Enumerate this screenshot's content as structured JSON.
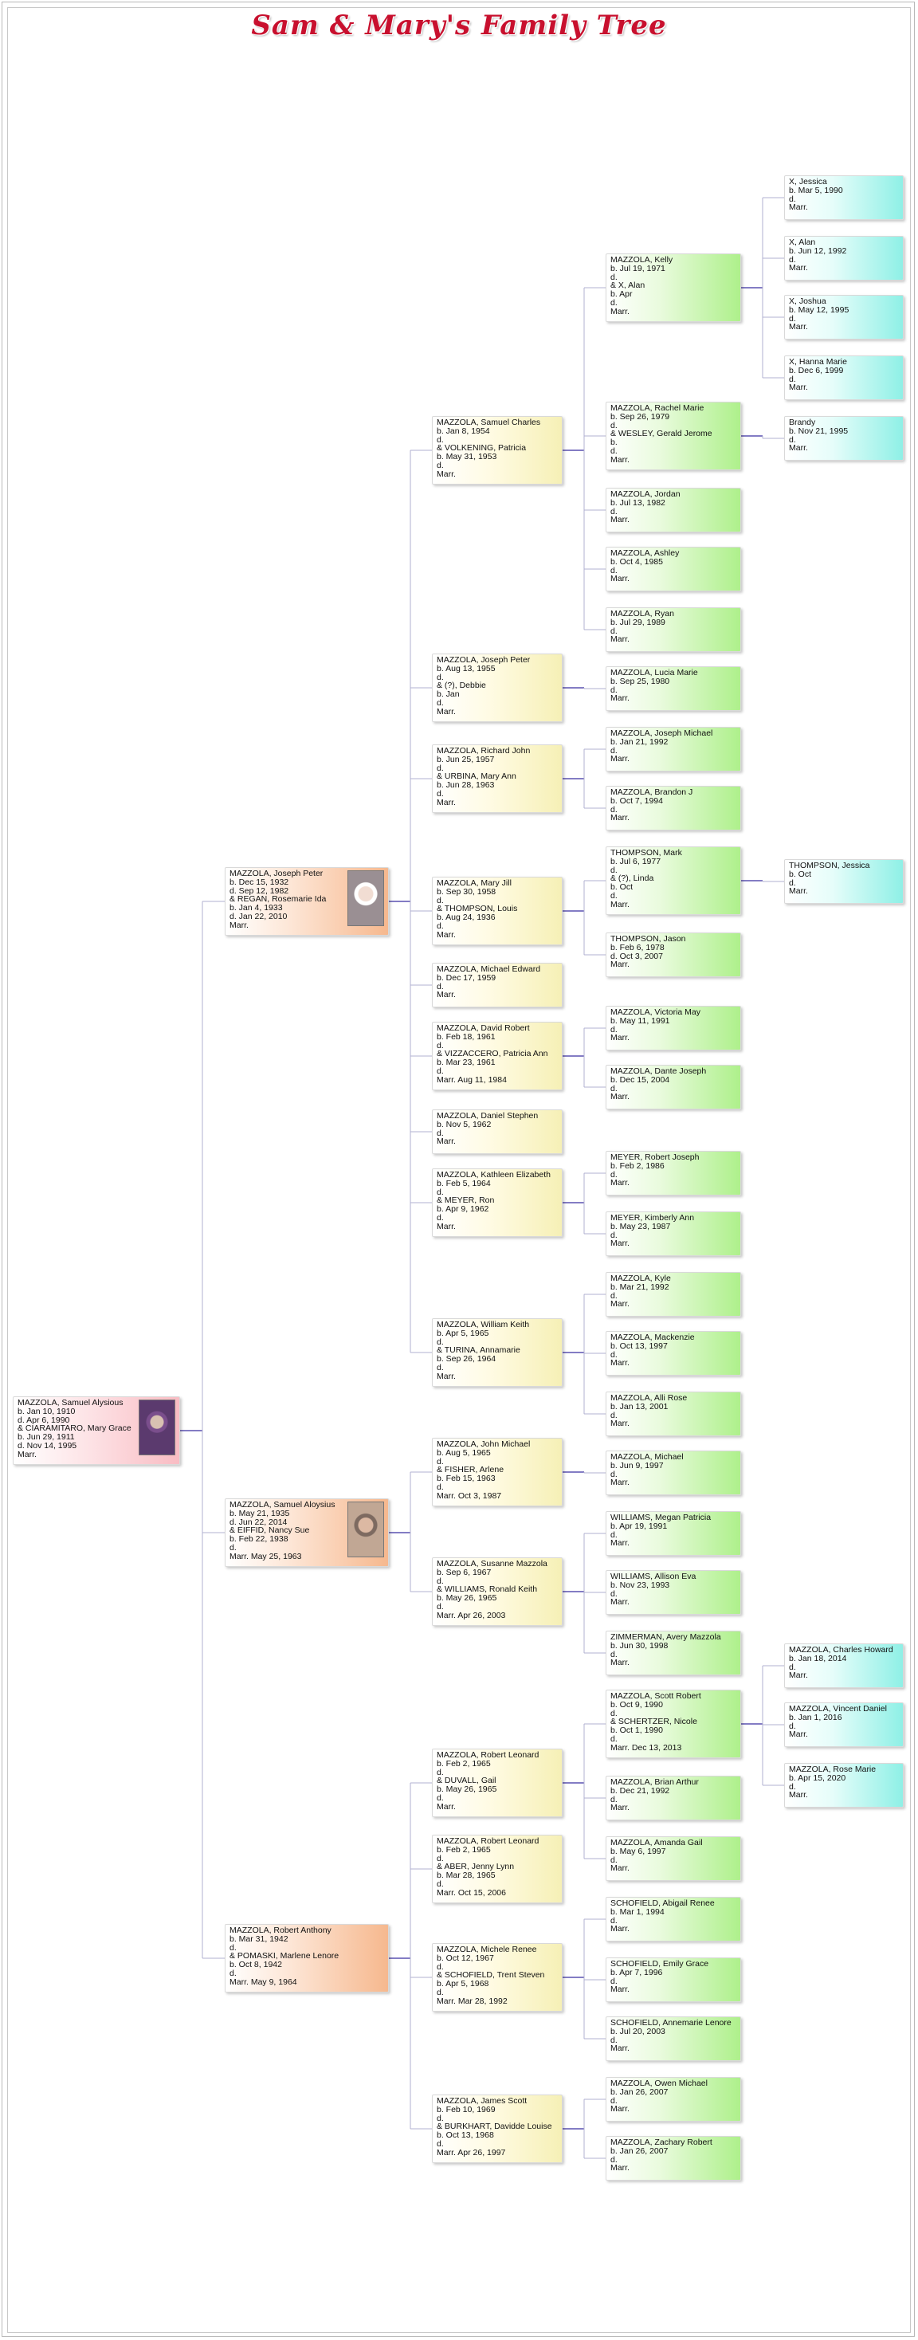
{
  "title": "Sam & Mary's Family Tree",
  "colors": {
    "title": "#c8102e",
    "connector": "#5a50b0",
    "connector_light": "#b0b0d0",
    "gen0": "#f9bcc3",
    "gen1": "#f6b88e",
    "gen2": "#f6f0b6",
    "gen3": "#aef08b",
    "gen4": "#8ff0e6"
  },
  "people": [
    {
      "id": "samuel_alysious",
      "parent": null,
      "gen": 0,
      "photo": "portrait-icon",
      "lines": [
        "MAZZOLA, Samuel Alysious",
        "b. Jan 10, 1910",
        "d. Apr 6, 1990",
        "& CIARAMITARO, Mary Grace",
        "b. Jun 29, 1911",
        "d. Nov 14, 1995",
        "Marr."
      ]
    },
    {
      "id": "joseph_peter",
      "parent": "samuel_alysious",
      "gen": 1,
      "photo": "portrait-icon",
      "lines": [
        "MAZZOLA, Joseph Peter",
        "b. Dec 15, 1932",
        "d. Sep 12, 1982",
        "& REGAN, Rosemarie Ida",
        "b. Jan 4, 1933",
        "d. Jan 22, 2010",
        "Marr."
      ]
    },
    {
      "id": "samuel_aloysius",
      "parent": "samuel_alysious",
      "gen": 1,
      "photo": "portrait-icon",
      "lines": [
        "MAZZOLA, Samuel Aloysius",
        "b. May 21, 1935",
        "d. Jun 22, 2014",
        "& EIFFID, Nancy Sue",
        "b. Feb 22, 1938",
        "d.",
        "Marr. May 25, 1963"
      ]
    },
    {
      "id": "robert_anthony",
      "parent": "samuel_alysious",
      "gen": 1,
      "lines": [
        "MAZZOLA, Robert Anthony",
        "b. Mar 31, 1942",
        "d.",
        "& POMASKI, Marlene Lenore",
        "b. Oct 8, 1942",
        "d.",
        "Marr. May 9, 1964"
      ]
    },
    {
      "id": "samuel_charles",
      "parent": "joseph_peter",
      "gen": 2,
      "lines": [
        "MAZZOLA, Samuel Charles",
        "b. Jan 8, 1954",
        "d.",
        "& VOLKENING, Patricia",
        "b. May 31, 1953",
        "d.",
        "Marr."
      ]
    },
    {
      "id": "joseph_peter_jr",
      "parent": "joseph_peter",
      "gen": 2,
      "lines": [
        "MAZZOLA, Joseph Peter",
        "b. Aug 13, 1955",
        "d.",
        "& (?), Debbie",
        "b. Jan",
        "d.",
        "Marr."
      ]
    },
    {
      "id": "richard_john",
      "parent": "joseph_peter",
      "gen": 2,
      "lines": [
        "MAZZOLA, Richard John",
        "b. Jun 25, 1957",
        "d.",
        "& URBINA, Mary Ann",
        "b. Jun 28, 1963",
        "d.",
        "Marr."
      ]
    },
    {
      "id": "mary_jill",
      "parent": "joseph_peter",
      "gen": 2,
      "lines": [
        "MAZZOLA, Mary Jill",
        "b. Sep 30, 1958",
        "d.",
        "& THOMPSON, Louis",
        "b. Aug 24, 1936",
        "d.",
        "Marr."
      ]
    },
    {
      "id": "michael_edward",
      "parent": "joseph_peter",
      "gen": 2,
      "lines": [
        "MAZZOLA, Michael Edward",
        "b. Dec 17, 1959",
        "d.",
        "Marr."
      ]
    },
    {
      "id": "david_robert",
      "parent": "joseph_peter",
      "gen": 2,
      "lines": [
        "MAZZOLA, David Robert",
        "b. Feb 18, 1961",
        "d.",
        "& VIZZACCERO, Patricia Ann",
        "b. Mar 23, 1961",
        "d.",
        "Marr. Aug 11, 1984"
      ]
    },
    {
      "id": "daniel_stephen",
      "parent": "joseph_peter",
      "gen": 2,
      "lines": [
        "MAZZOLA, Daniel Stephen",
        "b. Nov 5, 1962",
        "d.",
        "Marr."
      ]
    },
    {
      "id": "kathleen_elizabeth",
      "parent": "joseph_peter",
      "gen": 2,
      "lines": [
        "MAZZOLA, Kathleen Elizabeth",
        "b. Feb 5, 1964",
        "d.",
        "& MEYER, Ron",
        "b. Apr 9, 1962",
        "d.",
        "Marr."
      ]
    },
    {
      "id": "william_keith",
      "parent": "joseph_peter",
      "gen": 2,
      "lines": [
        "MAZZOLA, William Keith",
        "b. Apr 5, 1965",
        "d.",
        "& TURINA, Annamarie",
        "b. Sep 26, 1964",
        "d.",
        "Marr."
      ]
    },
    {
      "id": "john_michael",
      "parent": "samuel_aloysius",
      "gen": 2,
      "lines": [
        "MAZZOLA, John Michael",
        "b. Aug 5, 1965",
        "d.",
        "& FISHER, Arlene",
        "b. Feb 15, 1963",
        "d.",
        "Marr. Oct 3, 1987"
      ]
    },
    {
      "id": "susanne",
      "parent": "samuel_aloysius",
      "gen": 2,
      "lines": [
        "MAZZOLA, Susanne Mazzola",
        "b. Sep 6, 1967",
        "d.",
        "& WILLIAMS, Ronald Keith",
        "b. May 26, 1965",
        "d.",
        "Marr. Apr 26, 2003"
      ]
    },
    {
      "id": "robert_leonard_1",
      "parent": "robert_anthony",
      "gen": 2,
      "lines": [
        "MAZZOLA, Robert Leonard",
        "b. Feb 2, 1965",
        "d.",
        "& DUVALL, Gail",
        "b. May 26, 1965",
        "d.",
        "Marr."
      ]
    },
    {
      "id": "robert_leonard_2",
      "parent": "robert_anthony",
      "gen": 2,
      "lines": [
        "MAZZOLA, Robert Leonard",
        "b. Feb 2, 1965",
        "d.",
        "& ABER, Jenny Lynn",
        "b. Mar 28, 1965",
        "d.",
        "Marr. Oct 15, 2006"
      ]
    },
    {
      "id": "michele_renee",
      "parent": "robert_anthony",
      "gen": 2,
      "lines": [
        "MAZZOLA, Michele Renee",
        "b. Oct 12, 1967",
        "d.",
        "& SCHOFIELD, Trent Steven",
        "b. Apr 5, 1968",
        "d.",
        "Marr. Mar 28, 1992"
      ]
    },
    {
      "id": "james_scott",
      "parent": "robert_anthony",
      "gen": 2,
      "lines": [
        "MAZZOLA, James Scott",
        "b. Feb 10, 1969",
        "d.",
        "& BURKHART, Davidde Louise",
        "b. Oct 13, 1968",
        "d.",
        "Marr. Apr 26, 1997"
      ]
    },
    {
      "id": "kelly",
      "parent": "samuel_charles",
      "gen": 3,
      "lines": [
        "MAZZOLA, Kelly",
        "b. Jul 19, 1971",
        "d.",
        "& X, Alan",
        "b. Apr",
        "d.",
        "Marr."
      ]
    },
    {
      "id": "rachel_marie",
      "parent": "samuel_charles",
      "gen": 3,
      "lines": [
        "MAZZOLA, Rachel Marie",
        "b. Sep 26, 1979",
        "d.",
        "& WESLEY, Gerald Jerome",
        "b.",
        "d.",
        "Marr."
      ]
    },
    {
      "id": "jordan",
      "parent": "samuel_charles",
      "gen": 3,
      "lines": [
        "MAZZOLA, Jordan",
        "b. Jul 13, 1982",
        "d.",
        "Marr."
      ]
    },
    {
      "id": "ashley",
      "parent": "samuel_charles",
      "gen": 3,
      "lines": [
        "MAZZOLA, Ashley",
        "b. Oct 4, 1985",
        "d.",
        "Marr."
      ]
    },
    {
      "id": "ryan",
      "parent": "samuel_charles",
      "gen": 3,
      "lines": [
        "MAZZOLA, Ryan",
        "b. Jul 29, 1989",
        "d.",
        "Marr."
      ]
    },
    {
      "id": "lucia_marie",
      "parent": "joseph_peter_jr",
      "gen": 3,
      "lines": [
        "MAZZOLA, Lucia Marie",
        "b. Sep 25, 1980",
        "d.",
        "Marr."
      ]
    },
    {
      "id": "joseph_michael",
      "parent": "richard_john",
      "gen": 3,
      "lines": [
        "MAZZOLA, Joseph Michael",
        "b. Jan 21, 1992",
        "d.",
        "Marr."
      ]
    },
    {
      "id": "brandon_j",
      "parent": "richard_john",
      "gen": 3,
      "lines": [
        "MAZZOLA, Brandon J",
        "b. Oct 7, 1994",
        "d.",
        "Marr."
      ]
    },
    {
      "id": "thompson_mark",
      "parent": "mary_jill",
      "gen": 3,
      "lines": [
        "THOMPSON, Mark",
        "b. Jul 6, 1977",
        "d.",
        "& (?), Linda",
        "b. Oct",
        "d.",
        "Marr."
      ]
    },
    {
      "id": "thompson_jason",
      "parent": "mary_jill",
      "gen": 3,
      "lines": [
        "THOMPSON, Jason",
        "b. Feb 6, 1978",
        "d. Oct 3, 2007",
        "Marr."
      ]
    },
    {
      "id": "victoria_may",
      "parent": "david_robert",
      "gen": 3,
      "lines": [
        "MAZZOLA, Victoria May",
        "b. May 11, 1991",
        "d.",
        "Marr."
      ]
    },
    {
      "id": "dante_joseph",
      "parent": "david_robert",
      "gen": 3,
      "lines": [
        "MAZZOLA, Dante Joseph",
        "b. Dec 15, 2004",
        "d.",
        "Marr."
      ]
    },
    {
      "id": "meyer_robert_joseph",
      "parent": "kathleen_elizabeth",
      "gen": 3,
      "lines": [
        "MEYER, Robert Joseph",
        "b. Feb 2, 1986",
        "d.",
        "Marr."
      ]
    },
    {
      "id": "meyer_kimberly_ann",
      "parent": "kathleen_elizabeth",
      "gen": 3,
      "lines": [
        "MEYER, Kimberly Ann",
        "b. May 23, 1987",
        "d.",
        "Marr."
      ]
    },
    {
      "id": "kyle",
      "parent": "william_keith",
      "gen": 3,
      "lines": [
        "MAZZOLA, Kyle",
        "b. Mar 21, 1992",
        "d.",
        "Marr."
      ]
    },
    {
      "id": "mackenzie",
      "parent": "william_keith",
      "gen": 3,
      "lines": [
        "MAZZOLA, Mackenzie",
        "b. Oct 13, 1997",
        "d.",
        "Marr."
      ]
    },
    {
      "id": "alli_rose",
      "parent": "william_keith",
      "gen": 3,
      "lines": [
        "MAZZOLA, Alli Rose",
        "b. Jan 13, 2001",
        "d.",
        "Marr."
      ]
    },
    {
      "id": "michael",
      "parent": "john_michael",
      "gen": 3,
      "lines": [
        "MAZZOLA, Michael",
        "b. Jun 9, 1997",
        "d.",
        "Marr."
      ]
    },
    {
      "id": "williams_megan",
      "parent": "susanne",
      "gen": 3,
      "lines": [
        "WILLIAMS, Megan Patricia",
        "b. Apr 19, 1991",
        "d.",
        "Marr."
      ]
    },
    {
      "id": "williams_allison",
      "parent": "susanne",
      "gen": 3,
      "lines": [
        "WILLIAMS, Allison Eva",
        "b. Nov 23, 1993",
        "d.",
        "Marr."
      ]
    },
    {
      "id": "zimmerman_avery",
      "parent": "susanne",
      "gen": 3,
      "lines": [
        "ZIMMERMAN, Avery Mazzola",
        "b. Jun 30, 1998",
        "d.",
        "Marr."
      ]
    },
    {
      "id": "scott_robert",
      "parent": "robert_leonard_1",
      "gen": 3,
      "lines": [
        "MAZZOLA, Scott Robert",
        "b. Oct 9, 1990",
        "d.",
        "& SCHERTZER, Nicole",
        "b. Oct 1, 1990",
        "d.",
        "Marr. Dec 13, 2013"
      ]
    },
    {
      "id": "brian_arthur",
      "parent": "robert_leonard_1",
      "gen": 3,
      "lines": [
        "MAZZOLA, Brian Arthur",
        "b. Dec 21, 1992",
        "d.",
        "Marr."
      ]
    },
    {
      "id": "amanda_gail",
      "parent": "robert_leonard_1",
      "gen": 3,
      "lines": [
        "MAZZOLA, Amanda Gail",
        "b. May 6, 1997",
        "d.",
        "Marr."
      ]
    },
    {
      "id": "schofield_abigail",
      "parent": "michele_renee",
      "gen": 3,
      "lines": [
        "SCHOFIELD, Abigail Renee",
        "b. Mar 1, 1994",
        "d.",
        "Marr."
      ]
    },
    {
      "id": "schofield_emily",
      "parent": "michele_renee",
      "gen": 3,
      "lines": [
        "SCHOFIELD, Emily Grace",
        "b. Apr 7, 1996",
        "d.",
        "Marr."
      ]
    },
    {
      "id": "schofield_annemarie",
      "parent": "michele_renee",
      "gen": 3,
      "lines": [
        "SCHOFIELD, Annemarie Lenore",
        "b. Jul 20, 2003",
        "d.",
        "Marr."
      ]
    },
    {
      "id": "owen_michael",
      "parent": "james_scott",
      "gen": 3,
      "lines": [
        "MAZZOLA, Owen Michael",
        "b. Jan 26, 2007",
        "d.",
        "Marr."
      ]
    },
    {
      "id": "zachary_robert",
      "parent": "james_scott",
      "gen": 3,
      "lines": [
        "MAZZOLA, Zachary Robert",
        "b. Jan 26, 2007",
        "d.",
        "Marr."
      ]
    },
    {
      "id": "x_jessica",
      "parent": "kelly",
      "gen": 4,
      "lines": [
        "X, Jessica",
        "b. Mar 5, 1990",
        "d.",
        "Marr."
      ]
    },
    {
      "id": "x_alan",
      "parent": "kelly",
      "gen": 4,
      "lines": [
        "X, Alan",
        "b. Jun 12, 1992",
        "d.",
        "Marr."
      ]
    },
    {
      "id": "x_joshua",
      "parent": "kelly",
      "gen": 4,
      "lines": [
        "X, Joshua",
        "b. May 12, 1995",
        "d.",
        "Marr."
      ]
    },
    {
      "id": "x_hanna_marie",
      "parent": "kelly",
      "gen": 4,
      "lines": [
        "X, Hanna Marie",
        "b. Dec 6, 1999",
        "d.",
        "Marr."
      ]
    },
    {
      "id": "brandy",
      "parent": "rachel_marie",
      "gen": 4,
      "lines": [
        "Brandy",
        "b. Nov 21, 1995",
        "d.",
        "Marr."
      ]
    },
    {
      "id": "thompson_jessica",
      "parent": "thompson_mark",
      "gen": 4,
      "lines": [
        "THOMPSON, Jessica",
        "b. Oct",
        "d.",
        "Marr."
      ]
    },
    {
      "id": "charles_howard",
      "parent": "scott_robert",
      "gen": 4,
      "lines": [
        "MAZZOLA, Charles Howard",
        "b. Jan 18, 2014",
        "d.",
        "Marr."
      ]
    },
    {
      "id": "vincent_daniel",
      "parent": "scott_robert",
      "gen": 4,
      "lines": [
        "MAZZOLA, Vincent Daniel",
        "b. Jan 1, 2016",
        "d.",
        "Marr."
      ]
    },
    {
      "id": "rose_marie",
      "parent": "scott_robert",
      "gen": 4,
      "lines": [
        "MAZZOLA, Rose Marie",
        "b. Apr 15, 2020",
        "d.",
        "Marr."
      ]
    }
  ]
}
